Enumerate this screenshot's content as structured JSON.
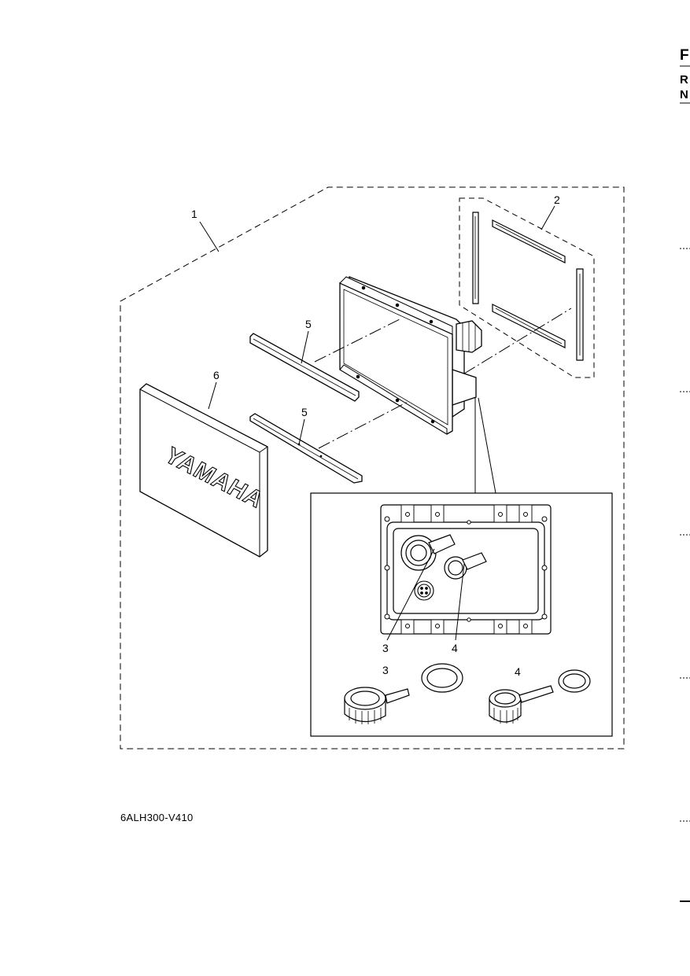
{
  "corner_header": {
    "letter_top": "F",
    "letter_mid": "R",
    "letter_bottom": "N"
  },
  "callouts": {
    "assembly": "1",
    "bracket_set": "2",
    "cap_large_port": "3",
    "cap_large_detail": "3",
    "cap_small_port": "4",
    "cap_small_detail": "4",
    "trim_upper": "5",
    "trim_lower": "5",
    "sun_cover": "6"
  },
  "cover_logo": "YAMAHA",
  "reference_code": "6ALH300-V410",
  "colors": {
    "line": "#000000",
    "background": "#ffffff"
  }
}
